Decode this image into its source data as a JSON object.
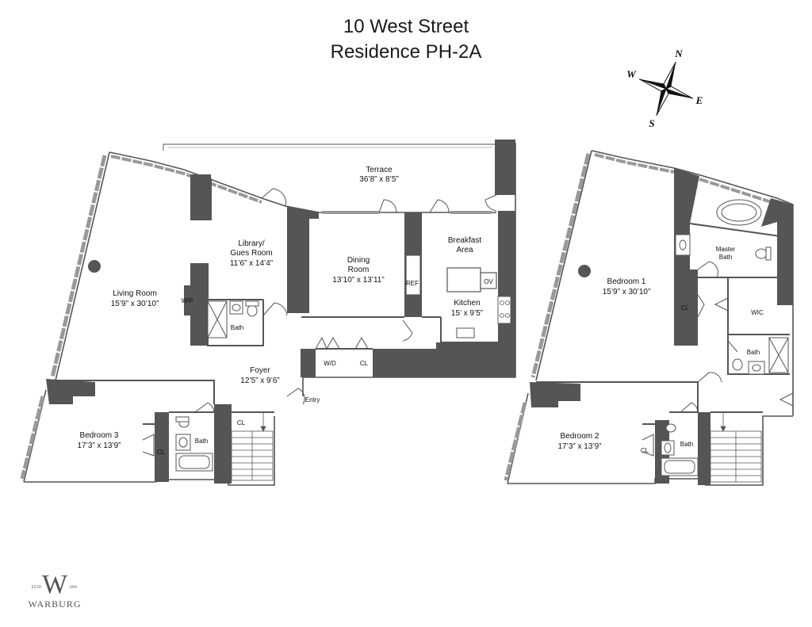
{
  "title": {
    "line1": "10 West Street",
    "line2": "Residence PH-2A"
  },
  "compass": {
    "n": "N",
    "e": "E",
    "s": "S",
    "w": "W"
  },
  "rooms": {
    "terrace": {
      "name": "Terrace",
      "dim": "36’8” x 8’5”"
    },
    "library": {
      "name1": "Library/",
      "name2": "Gues Room",
      "dim": "11’6” x 14’4”"
    },
    "dining": {
      "name1": "Dining",
      "name2": "Room",
      "dim": "13’10” x 13’11”"
    },
    "breakfast": {
      "name1": "Breakfast",
      "name2": "Area"
    },
    "kitchen": {
      "name": "Kitchen",
      "dim": "15’ x 9’5”"
    },
    "living": {
      "name": "Living Room",
      "dim": "15’9” x 30’10”"
    },
    "foyer": {
      "name": "Foyer",
      "dim": "12’5” x 9’6”"
    },
    "bedroom3": {
      "name": "Bedroom 3",
      "dim": "17’3” x 13’9”"
    },
    "bedroom1": {
      "name": "Bedroom 1",
      "dim": "15’9” x 30’10”"
    },
    "bedroom2": {
      "name": "Bedroom 2",
      "dim": "17’3” x 13’9”"
    },
    "master_bath": {
      "name1": "Master",
      "name2": "Bath"
    }
  },
  "tags": {
    "ref": "REF",
    "ov": "OV",
    "wp": "W/P",
    "wd": "W/D",
    "cl": "CL",
    "bath": "Bath",
    "wic": "WIC",
    "entry": "Entry"
  },
  "brand": {
    "name": "WARBURG",
    "estd": "ESTD",
    "year": "1896",
    "monogram": "W"
  }
}
